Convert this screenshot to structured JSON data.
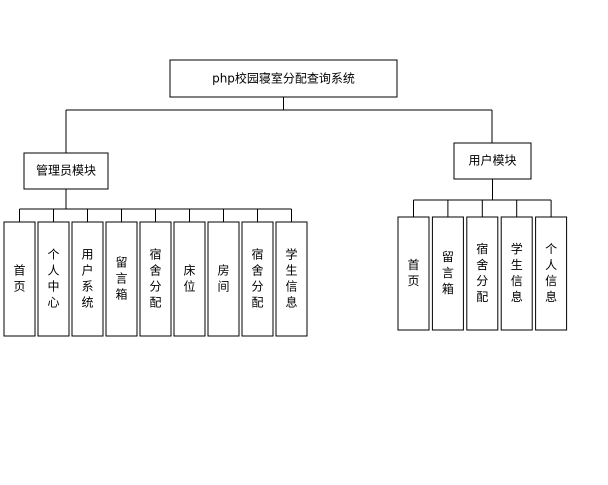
{
  "root": {
    "label": "php校园寝室分配查询系统"
  },
  "modules": [
    {
      "label": "管理员模块",
      "children": [
        "首页",
        "个人中心",
        "用户系统",
        "留言箱",
        "宿舍分配",
        "床位",
        "房间",
        "宿舍分配",
        "学生信息"
      ]
    },
    {
      "label": "用户模块",
      "children": [
        "首页",
        "留言箱",
        "宿舍分配",
        "学生信息",
        "个人信息"
      ]
    }
  ]
}
